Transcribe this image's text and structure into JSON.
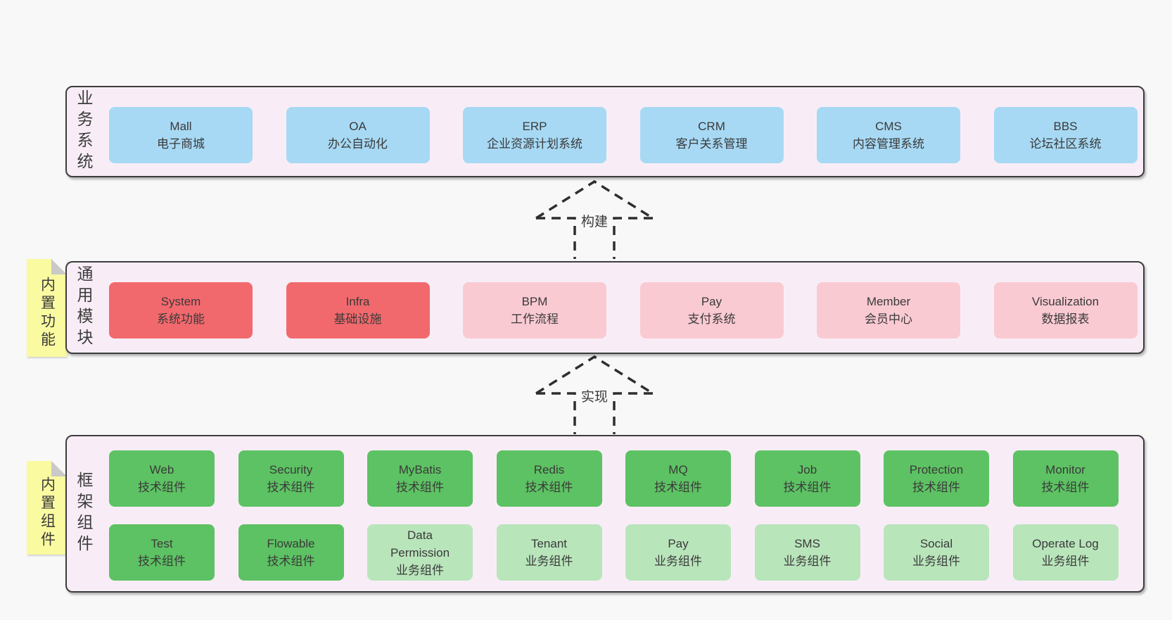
{
  "colors": {
    "page": "#f8f8f8",
    "panel": "#f8edf6",
    "border": "#3d3d3d",
    "blue": "#a7d9f4",
    "red": "#f2696d",
    "pink": "#facad3",
    "green": "#5dc263",
    "green_light": "#b9e5bb",
    "yellow": "#fafaa0",
    "fold": "#c9c9c9",
    "text": "#3c3c3c"
  },
  "arrows": [
    {
      "label": "构建"
    },
    {
      "label": "实现"
    }
  ],
  "layers": {
    "business": {
      "label": "业务系统",
      "items": [
        {
          "en": "Mall",
          "zh": "电子商城"
        },
        {
          "en": "OA",
          "zh": "办公自动化"
        },
        {
          "en": "ERP",
          "zh": "企业资源计划系统"
        },
        {
          "en": "CRM",
          "zh": "客户关系管理"
        },
        {
          "en": "CMS",
          "zh": "内容管理系统"
        },
        {
          "en": "BBS",
          "zh": "论坛社区系统"
        }
      ]
    },
    "modules": {
      "label": "通用模块",
      "sticky": "内置功能",
      "items": [
        {
          "en": "System",
          "zh": "系统功能"
        },
        {
          "en": "Infra",
          "zh": "基础设施"
        },
        {
          "en": "BPM",
          "zh": "工作流程"
        },
        {
          "en": "Pay",
          "zh": "支付系统"
        },
        {
          "en": "Member",
          "zh": "会员中心"
        },
        {
          "en": "Visualization",
          "zh": "数据报表"
        }
      ]
    },
    "components": {
      "label": "框架组件",
      "sticky": "内置组件",
      "row1": [
        {
          "en": "Web",
          "zh": "技术组件"
        },
        {
          "en": "Security",
          "zh": "技术组件"
        },
        {
          "en": "MyBatis",
          "zh": "技术组件"
        },
        {
          "en": "Redis",
          "zh": "技术组件"
        },
        {
          "en": "MQ",
          "zh": "技术组件"
        },
        {
          "en": "Job",
          "zh": "技术组件"
        },
        {
          "en": "Protection",
          "zh": "技术组件"
        },
        {
          "en": "Monitor",
          "zh": "技术组件"
        }
      ],
      "row2": [
        {
          "en": "Test",
          "zh": "技术组件"
        },
        {
          "en": "Flowable",
          "zh": "技术组件"
        },
        {
          "en": "Data\nPermission",
          "zh": "业务组件"
        },
        {
          "en": "Tenant",
          "zh": "业务组件"
        },
        {
          "en": "Pay",
          "zh": "业务组件"
        },
        {
          "en": "SMS",
          "zh": "业务组件"
        },
        {
          "en": "Social",
          "zh": "业务组件"
        },
        {
          "en": "Operate Log",
          "zh": "业务组件"
        }
      ]
    }
  }
}
